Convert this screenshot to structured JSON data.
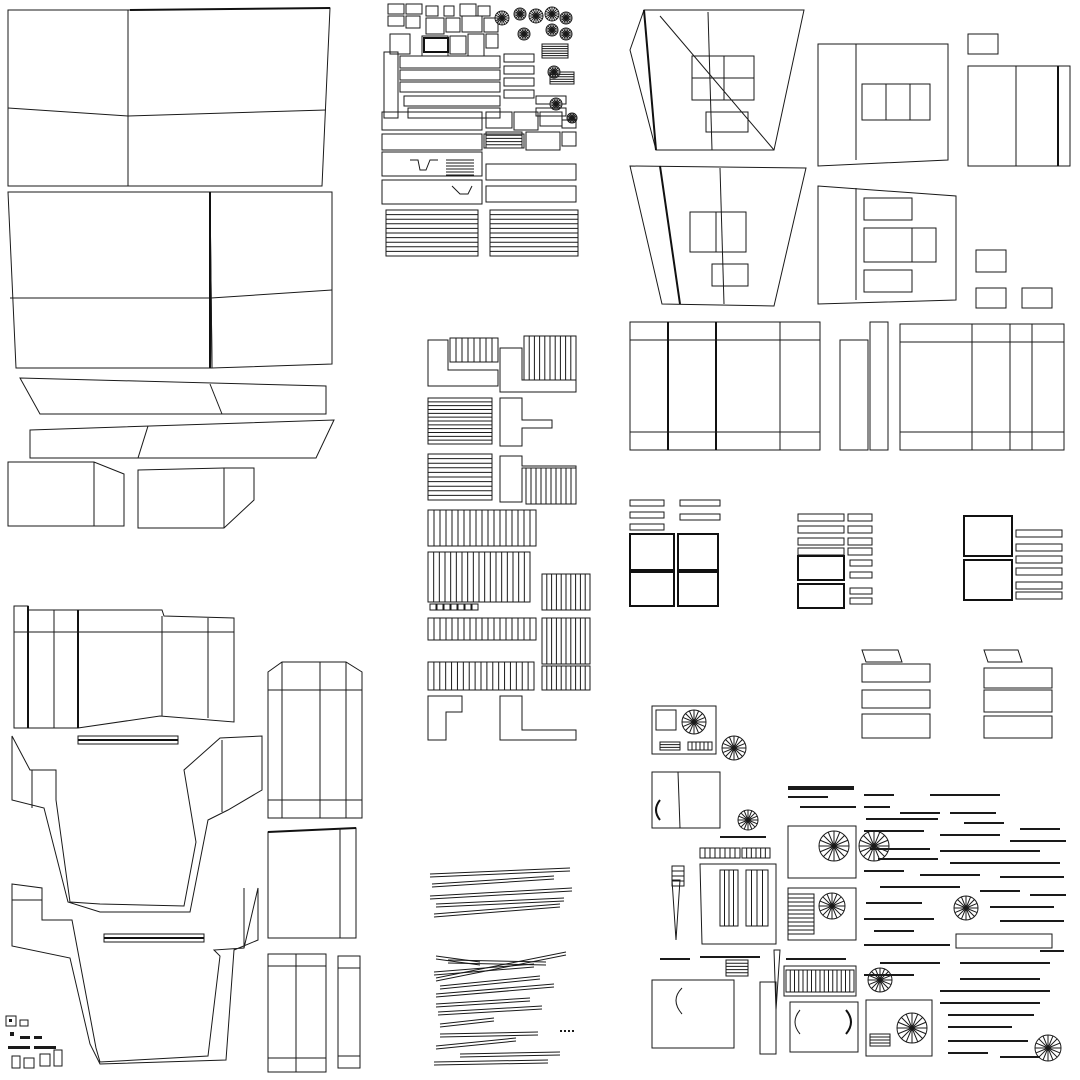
{
  "uv_layout": {
    "background_color": "#ffffff",
    "line_color": "#1a1a1a",
    "islands": [
      "wall-panels",
      "parts-atlas",
      "cabin-walls",
      "cabin-roof",
      "cabin-bracket",
      "detail-strips",
      "small-windows",
      "fan-vents",
      "body-frame",
      "body-sides",
      "trim-strips",
      "micro-parts"
    ],
    "patterns": {
      "fan": "radial-grille",
      "vent": "horizontal-slats"
    }
  }
}
